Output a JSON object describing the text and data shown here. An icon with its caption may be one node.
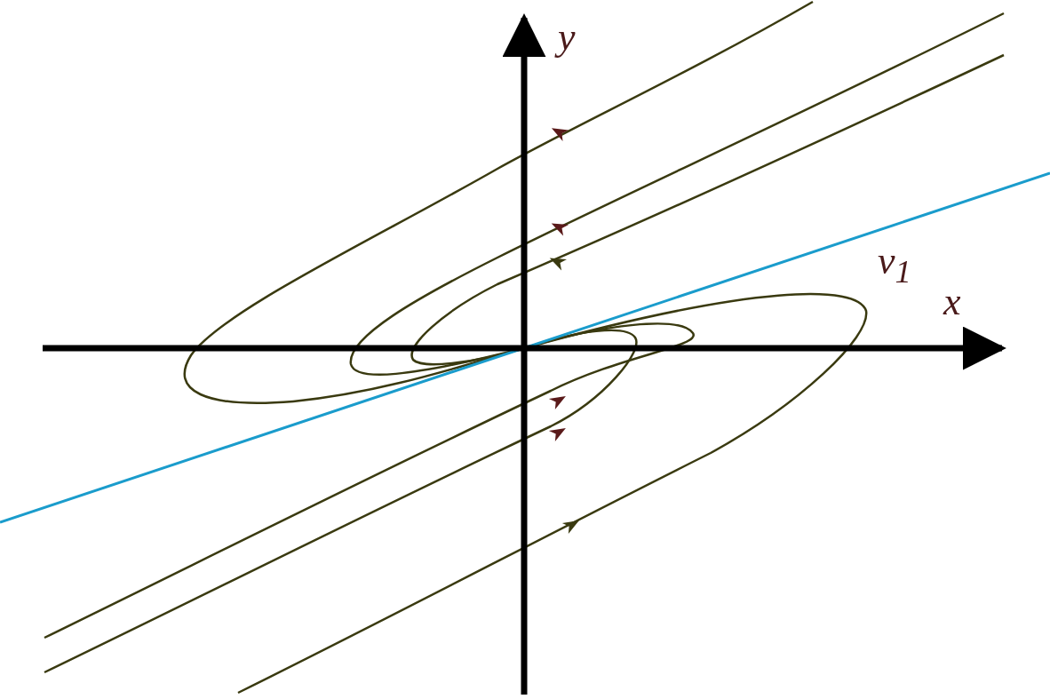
{
  "diagram": {
    "labels": [
      "y",
      "v$_{1}$",
      "x"
    ]
  }
}
